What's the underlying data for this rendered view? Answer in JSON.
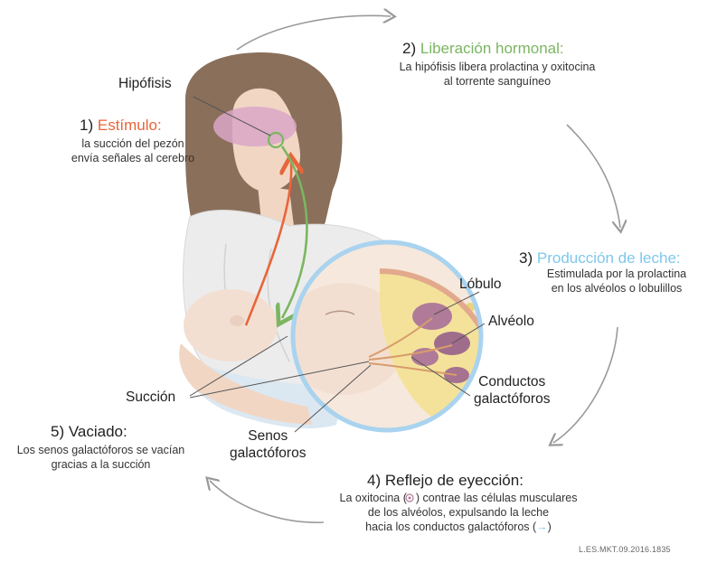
{
  "steps": {
    "s1": {
      "num": "1)",
      "title": "Estímulo:",
      "line1": "la succión del pezón",
      "line2": "envía señales al cerebro",
      "color": "#e8653a"
    },
    "s2": {
      "num": "2)",
      "title": "Liberación hormonal:",
      "line1": "La hipófisis libera prolactina y oxitocina",
      "line2": "al torrente sanguíneo",
      "color": "#7bb661"
    },
    "s3": {
      "num": "3)",
      "title": "Producción de leche:",
      "line1": "Estimulada por la prolactina",
      "line2": "en los alvéolos o lobulillos",
      "color": "#7ec8ec"
    },
    "s4": {
      "num": "4) Reflejo de eyección:",
      "line1_a": "La oxitocina (",
      "line1_b": ") contrae las células musculares",
      "line2": "de los alvéolos, expulsando la leche",
      "line3_a": "hacia los conductos galactóforos (",
      "line3_b": ")",
      "arrow_glyph": "→"
    },
    "s5": {
      "num": "5) Vaciado:",
      "line1": "Los senos galactóforos se vacían",
      "line2": "gracias a la succión"
    }
  },
  "parts": {
    "hipofisis": "Hipófisis",
    "lobulo": "Lóbulo",
    "alveolo": "Alvéolo",
    "conductos_1": "Conductos",
    "conductos_2": "galactóforos",
    "succion": "Succión",
    "senos_1": "Senos",
    "senos_2": "galactóforos"
  },
  "footer": {
    "code": "L.ES.MKT.09.2016.1835"
  },
  "colors": {
    "stimulus_arrow": "#e8653a",
    "hormone_arrow": "#7bb661",
    "cycle_arrows": "#9a9a9a",
    "hair": "#8a6f5a",
    "skin": "#f1d6c4",
    "robe": "#ececec",
    "brain": "#d9a7c7",
    "inset_ring": "#a9d3ef"
  }
}
